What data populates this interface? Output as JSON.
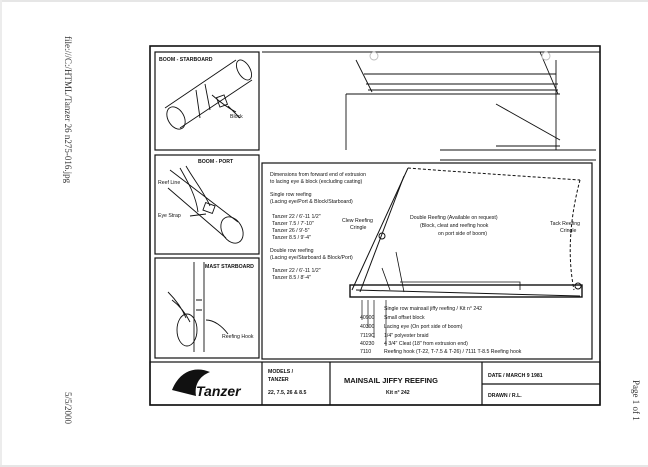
{
  "margin": {
    "file_path": "file:///C:/HTML/Tanzer 26 n275-016.jpg",
    "date": "5/5/2000",
    "page_number": "Page 1 of 1"
  },
  "panels": {
    "boom_starboard": {
      "title": "BOOM - STARBOARD",
      "callout": "Block"
    },
    "boom_port": {
      "title": "BOOM - PORT",
      "reef_line": "Reef Line",
      "eye_strap": "Eye Strap"
    },
    "mast_starboard": {
      "title": "MAST STARBOARD",
      "reefing_hook": "Reefing Hook"
    }
  },
  "notes": {
    "dimensions_line1": "Dimensions from forward end of extrusion",
    "dimensions_line2": "to lacing eye & block (excluding casting)",
    "single_row": "Single row reefing",
    "single_row_sub": "(Lacing eye/Port & Block/Starboard)",
    "single_dims": [
      "Tanzer 22 / 6'-11 1/2\"",
      "Tanzer 7.5 / 7'-10\"",
      "Tanzer 26 / 9'-5\"",
      "Tanzer 8.5 / 9'-4\""
    ],
    "double_row": "Double row reefing",
    "double_row_sub": "(Lacing eye/Starboard & Block/Port)",
    "double_dims": [
      "Tanzer 22 / 6'-11 1/2\"",
      "Tanzer 8.5 / 8'-4\""
    ]
  },
  "sail_labels": {
    "clew_line1": "Clew Reefing",
    "clew_line2": "Cringle",
    "double_line1": "Double Reefing  (Available on request)",
    "double_line2": "(Block, cleat and reefing hook",
    "double_line3": "on port side of boom)",
    "tack_line1": "Tack Reefing",
    "tack_line2": "Cringle"
  },
  "parts_list": [
    {
      "code": "",
      "desc": "Single row mainsail jiffy reefing / Kit n° 242"
    },
    {
      "code": "40900",
      "desc": "Small offset block"
    },
    {
      "code": "40300",
      "desc": "Lacing eye (On port side of boom)"
    },
    {
      "code": "7119C",
      "desc": "1/4\" polyester braid"
    },
    {
      "code": "40230",
      "desc": "4 3/4\" Cleat (18\" from extrusion end)"
    },
    {
      "code": "7110",
      "desc": "Reefing hook (T-22, T-7.5 & T-26) / 7111  T-8.5 Reefing hook"
    }
  ],
  "title_block": {
    "logo": "Tanzer",
    "models_label": "MODELS /",
    "models_brand": "TANZER",
    "models_values": "22, 7.5, 26 & 8.5",
    "title_line1": "MAINSAIL JIFFY REEFING",
    "title_line2": "Kit n° 242",
    "date": "DATE / MARCH 9 1981",
    "drawn": "DRAWN / R.L."
  },
  "colors": {
    "ink": "#111111",
    "paper": "#ffffff",
    "margin_text": "#333333"
  }
}
